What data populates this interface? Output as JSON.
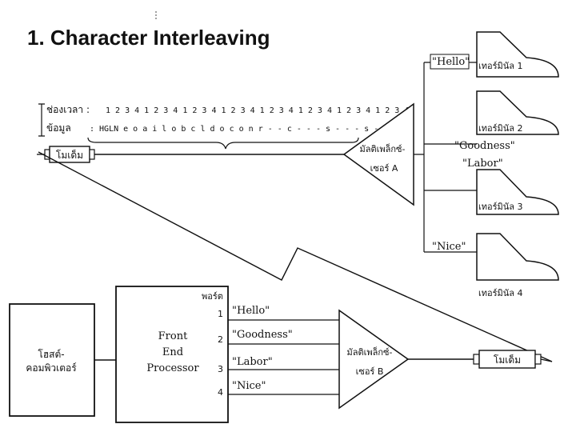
{
  "title": "1. Character Interleaving",
  "timeslot": {
    "label": "ช่องเวลา :",
    "sequence": "1 2 3 4   1 2 3 4   1 2 3 4   1 2 3 4   1 2 3 4 1 2 3 4 1 2 3 4 1 2 3 4"
  },
  "data_row": {
    "label": "ข้อมูล",
    "sequence": ": HGLN e o a i l o b c l d o c o n r - - c - - - s - - - s - -"
  },
  "modem_label": "โมเด็ม",
  "mux_a": {
    "line1": "มัลติเพล็กซ์-",
    "line2": "เซอร์ A"
  },
  "mux_b": {
    "line1": "มัลติเพล็กซ์-",
    "line2": "เซอร์ B"
  },
  "terminals": [
    {
      "label": "เทอร์มินัล 1",
      "message": "\"Hello\""
    },
    {
      "label": "เทอร์มินัล 2",
      "message": "\"Goodness\""
    },
    {
      "label": "เทอร์มินัล 3",
      "message": "\"Labor\""
    },
    {
      "label": "เทอร์มินัล 4",
      "message": "\"Nice\""
    }
  ],
  "host": {
    "line1": "โฮสต์-",
    "line2": "คอมพิวเตอร์"
  },
  "fep": {
    "line1": "Front",
    "line2": "End",
    "line3": "Processor",
    "port_label": "พอร์ต"
  },
  "ports": [
    {
      "num": "1",
      "message": "\"Hello\""
    },
    {
      "num": "2",
      "message": "\"Goodness\""
    },
    {
      "num": "3",
      "message": "\"Labor\""
    },
    {
      "num": "4",
      "message": "\"Nice\""
    }
  ]
}
